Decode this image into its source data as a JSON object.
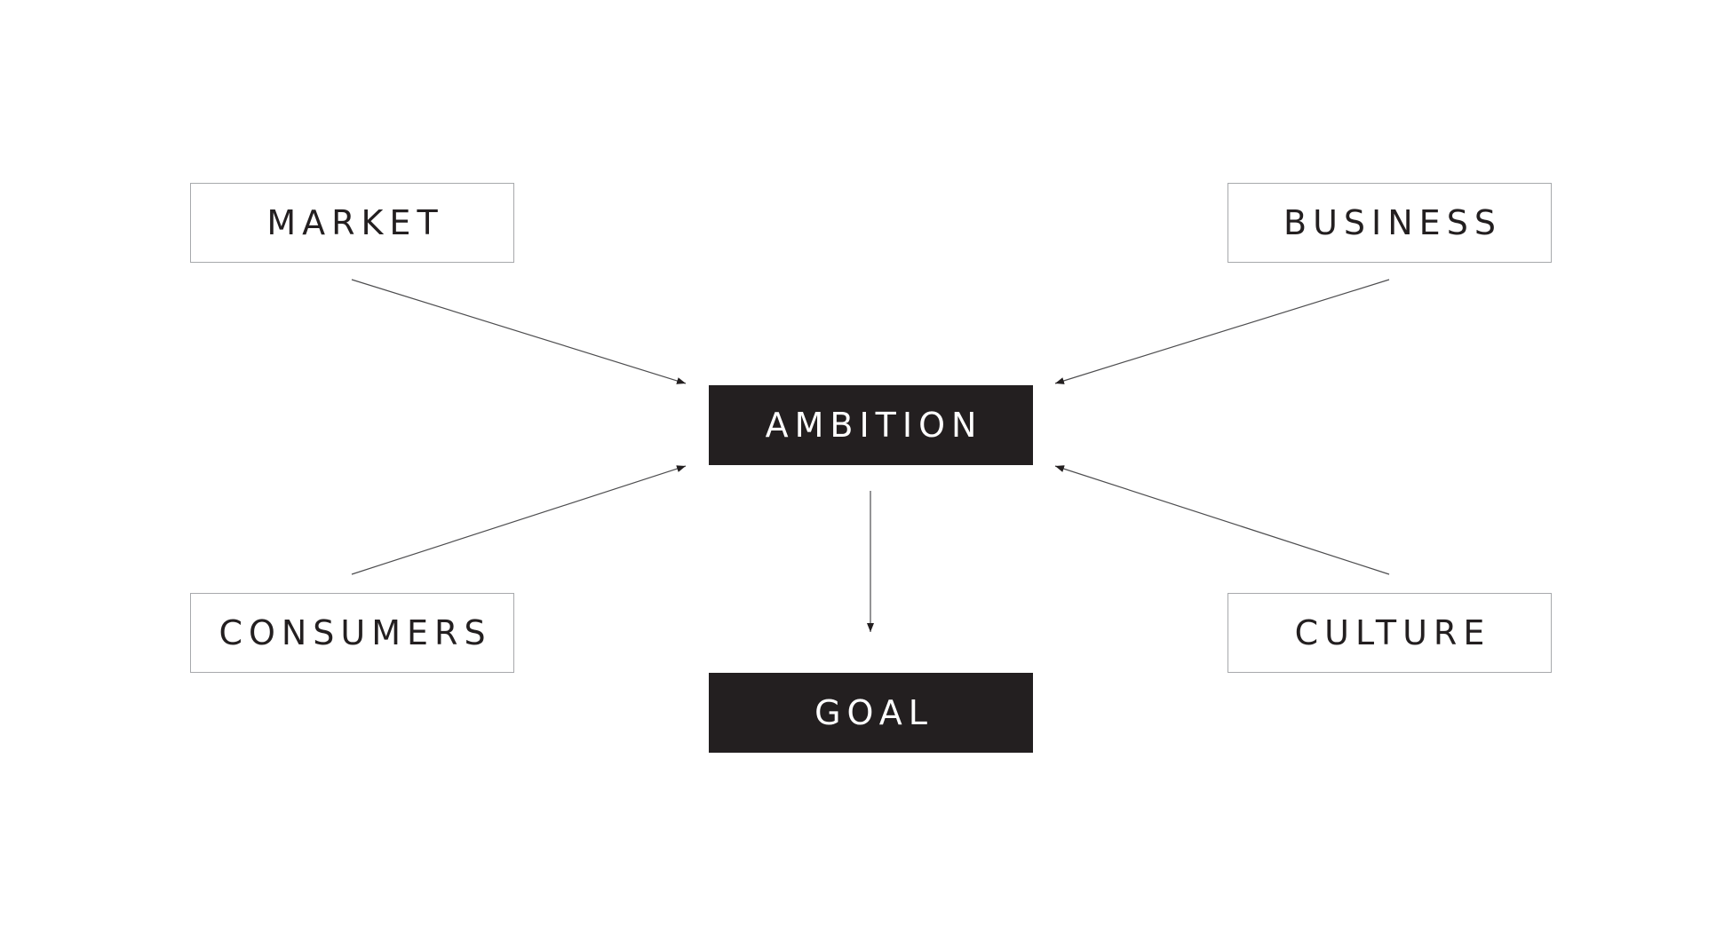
{
  "diagram": {
    "nodes": {
      "market": "MARKET",
      "business": "BUSINESS",
      "consumers": "CONSUMERS",
      "culture": "CULTURE",
      "ambition": "AMBITION",
      "goal": "GOAL"
    },
    "edges": [
      {
        "from": "market",
        "to": "ambition"
      },
      {
        "from": "business",
        "to": "ambition"
      },
      {
        "from": "consumers",
        "to": "ambition"
      },
      {
        "from": "culture",
        "to": "ambition"
      },
      {
        "from": "ambition",
        "to": "goal"
      }
    ],
    "colors": {
      "dark_fill": "#231f20",
      "box_border": "#a7a9ac",
      "connector": "#4d4d4f",
      "text_dark": "#231f20",
      "text_light": "#ffffff"
    }
  }
}
